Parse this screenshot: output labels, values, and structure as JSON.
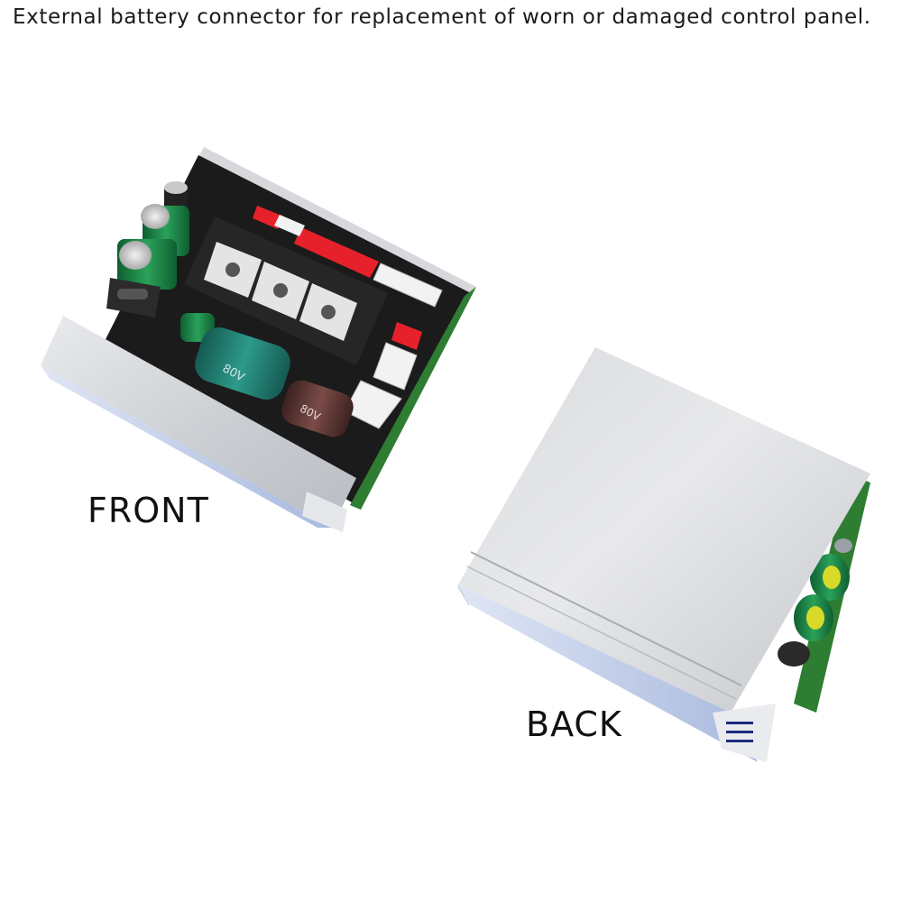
{
  "caption": "External battery connector for replacement of worn or damaged control panel.",
  "front_view": {
    "label": "FRONT",
    "capacitor_text": "80V"
  },
  "back_view": {
    "label": "BACK"
  },
  "colors": {
    "background": "#ffffff",
    "pcb": "#1b1b1b",
    "heatsink": "#cfd2d6",
    "capacitor_green": "#1f8a4a",
    "capacitor_teal": "#1f7f74",
    "capacitor_brown": "#5a3432",
    "connector_red": "#e6212b",
    "connector_white": "#f2f2f2",
    "board_edge_green": "#2e7d32"
  }
}
